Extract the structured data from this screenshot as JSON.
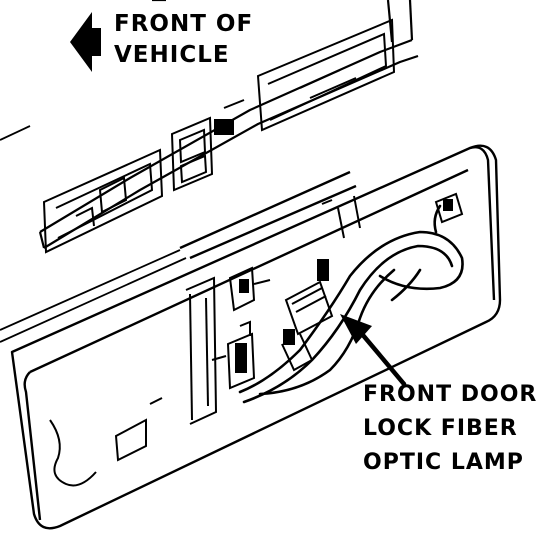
{
  "direction_label": {
    "lines": [
      "FRONT OF",
      "VEHICLE"
    ],
    "icon": "arrow-left-icon"
  },
  "callout": {
    "lines": [
      "FRONT DOOR",
      "LOCK FIBER",
      "OPTIC LAMP"
    ],
    "icon": "arrow-pointer-icon"
  },
  "colors": {
    "ink": "#000000",
    "paper": "#ffffff"
  }
}
